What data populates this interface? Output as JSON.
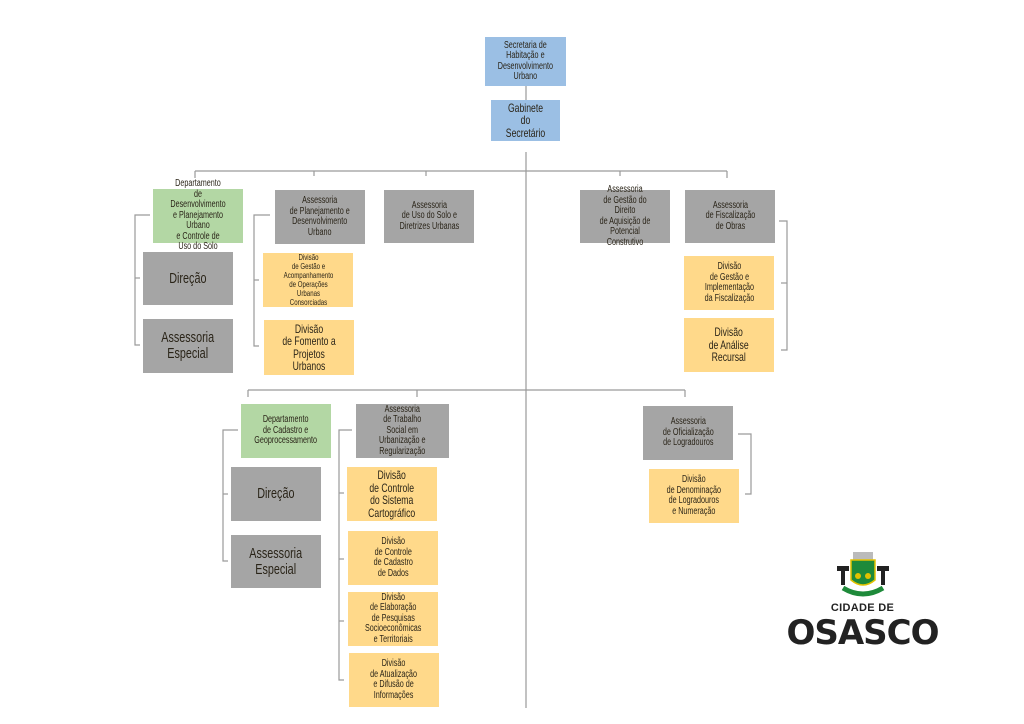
{
  "boxes": {
    "secretaria": "Secretaria de\nHabitação e\nDesenvolvimento\nUrbano",
    "gabinete": "Gabinete\ndo Secretário",
    "dept_desenv": "Departamento\nde Desenvolvimento\ne Planejamento Urbano\ne Controle de\nUso do Solo",
    "direcao_1": "Direção",
    "assessoria_especial_1": "Assessoria\nEspecial",
    "assess_planejamento": "Assessoria\nde Planejamento e\nDesenvolvimento\nUrbano",
    "div_gestao_operacoes": "Divisão\nde Gestão e\nAcompanhamento\nde Operações\nUrbanas\nConsorciadas",
    "div_fomento": "Divisão\nde Fomento a\nProjetos Urbanos",
    "assess_uso_solo": "Assessoria\nde Uso do Solo e\nDiretrizes Urbanas",
    "assess_gestao_direito": "Assessoria\nde Gestão do Direito\nde Aquisição de\nPotencial Construtivo",
    "assess_fiscalizacao": "Assessoria\nde Fiscalização\nde Obras",
    "div_gestao_fiscalizacao": "Divisão\nde Gestão e\nImplementação\nda Fiscalização",
    "div_analise_recursal": "Divisão\nde Análise\nRecursal",
    "dept_cadastro": "Departamento\nde Cadastro e\nGeoprocessamento",
    "direcao_2": "Direção",
    "assessoria_especial_2": "Assessoria\nEspecial",
    "assess_trabalho_social": "Assessoria\nde Trabalho\nSocial em\nUrbanização e\nRegularização",
    "div_controle_sistema": "Divisão\nde Controle\ndo Sistema\nCartográfico",
    "div_controle_cadastro": "Divisão\nde Controle\nde Cadastro\nde Dados",
    "div_elaboracao": "Divisão\nde Elaboração\nde Pesquisas\nSocioeconômicas\ne Territoriais",
    "div_atualizacao": "Divisão\nde Atualização\ne Difusão de\nInformações",
    "assess_oficializacao": "Assessoria\nde Oficialização\nde Logradouros",
    "div_denominacao": "Divisão\nde Denominação\nde Logradouros\ne Numeração"
  },
  "logo": {
    "line1": "CIDADE DE",
    "line2": "OSASCO"
  },
  "colors": {
    "blue": "#9bbfe4",
    "green": "#b3d7a4",
    "gray": "#a5a5a5",
    "yellow": "#ffd98a",
    "line": "#9a9a9a"
  }
}
